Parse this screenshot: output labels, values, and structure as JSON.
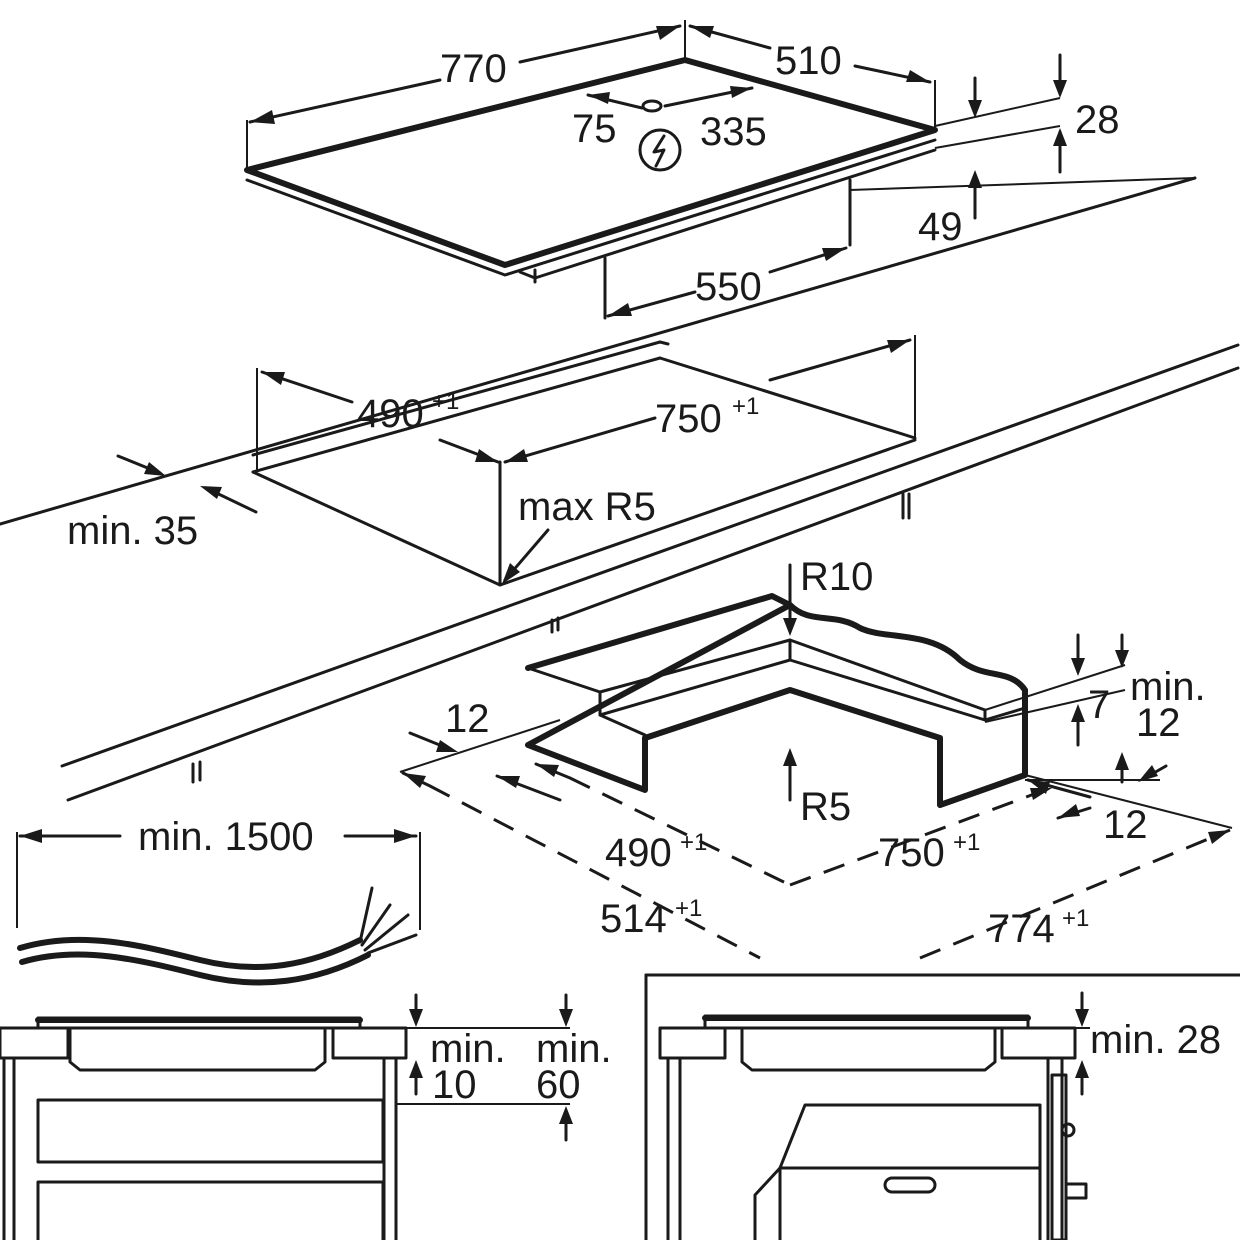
{
  "hob_top": {
    "width": "770",
    "depth": "510",
    "socket_offset_left": "75",
    "socket_offset_right": "335",
    "glass_thickness": "28",
    "body_height": "49",
    "body_width": "550"
  },
  "cutout": {
    "depth": "490",
    "depth_tol": "+1",
    "width": "750",
    "width_tol": "+1",
    "edge_distance": "min. 35",
    "corner_radius": "max R5"
  },
  "frame": {
    "radius_outer": "R10",
    "radius_inner": "R5",
    "rim_width_left": "12",
    "rim_width_right": "12",
    "rim_height": "7",
    "min_label": "min.",
    "min_value": "12",
    "inner_depth": "490",
    "inner_depth_tol": "+1",
    "inner_width": "750",
    "inner_width_tol": "+1",
    "outer_depth": "514",
    "outer_depth_tol": "+1",
    "outer_width": "774",
    "outer_width_tol": "+1"
  },
  "cable": {
    "length": "min. 1500"
  },
  "section_drawer": {
    "min_label_a": "min.",
    "value_a": "10",
    "min_label_b": "min.",
    "value_b": "60"
  },
  "section_oven": {
    "clearance": "min. 28"
  },
  "icons": [
    "electric-bolt-icon"
  ],
  "colors": {
    "ink": "#1a1a1a",
    "paper": "#ffffff"
  }
}
